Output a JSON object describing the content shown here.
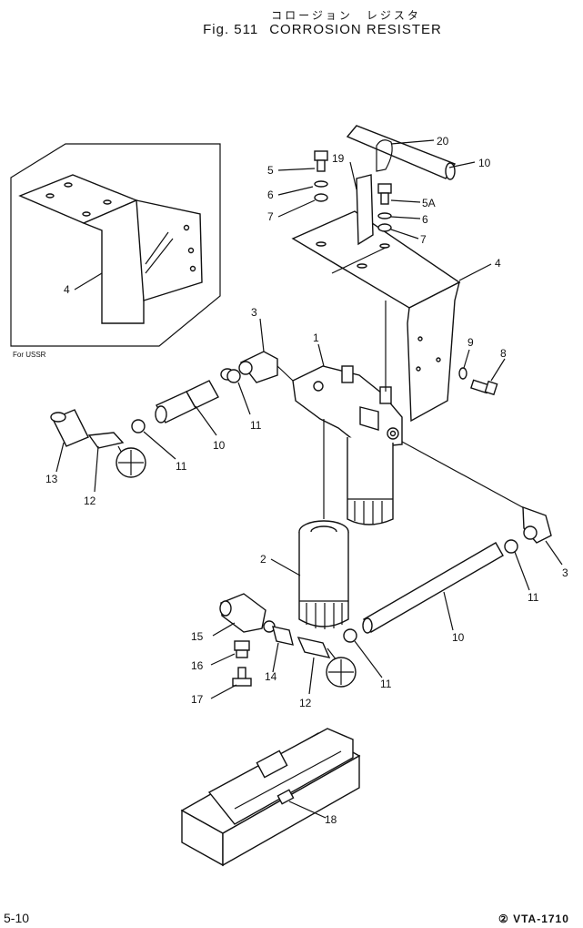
{
  "header": {
    "title_jp": "コロージョン　レジスタ",
    "fig_number": "Fig. 511",
    "fig_title": "CORROSION RESISTER"
  },
  "inset": {
    "note": "For USSR",
    "callout": "4"
  },
  "callouts": {
    "c1": "1",
    "c2": "2",
    "c3a": "3",
    "c3b": "3",
    "c4": "4",
    "c5": "5",
    "c5a": "5A",
    "c6a": "6",
    "c6b": "6",
    "c7a": "7",
    "c7b": "7",
    "c8": "8",
    "c9": "9",
    "c10a": "10",
    "c10b": "10",
    "c10c": "10",
    "c11a": "11",
    "c11b": "11",
    "c11c": "11",
    "c11d": "11",
    "c12a": "12",
    "c12b": "12",
    "c13": "13",
    "c14": "14",
    "c15": "15",
    "c16": "16",
    "c17": "17",
    "c18": "18",
    "c19": "19",
    "c20": "20"
  },
  "footer": {
    "page": "5-10",
    "code": "② VTA-1710"
  }
}
